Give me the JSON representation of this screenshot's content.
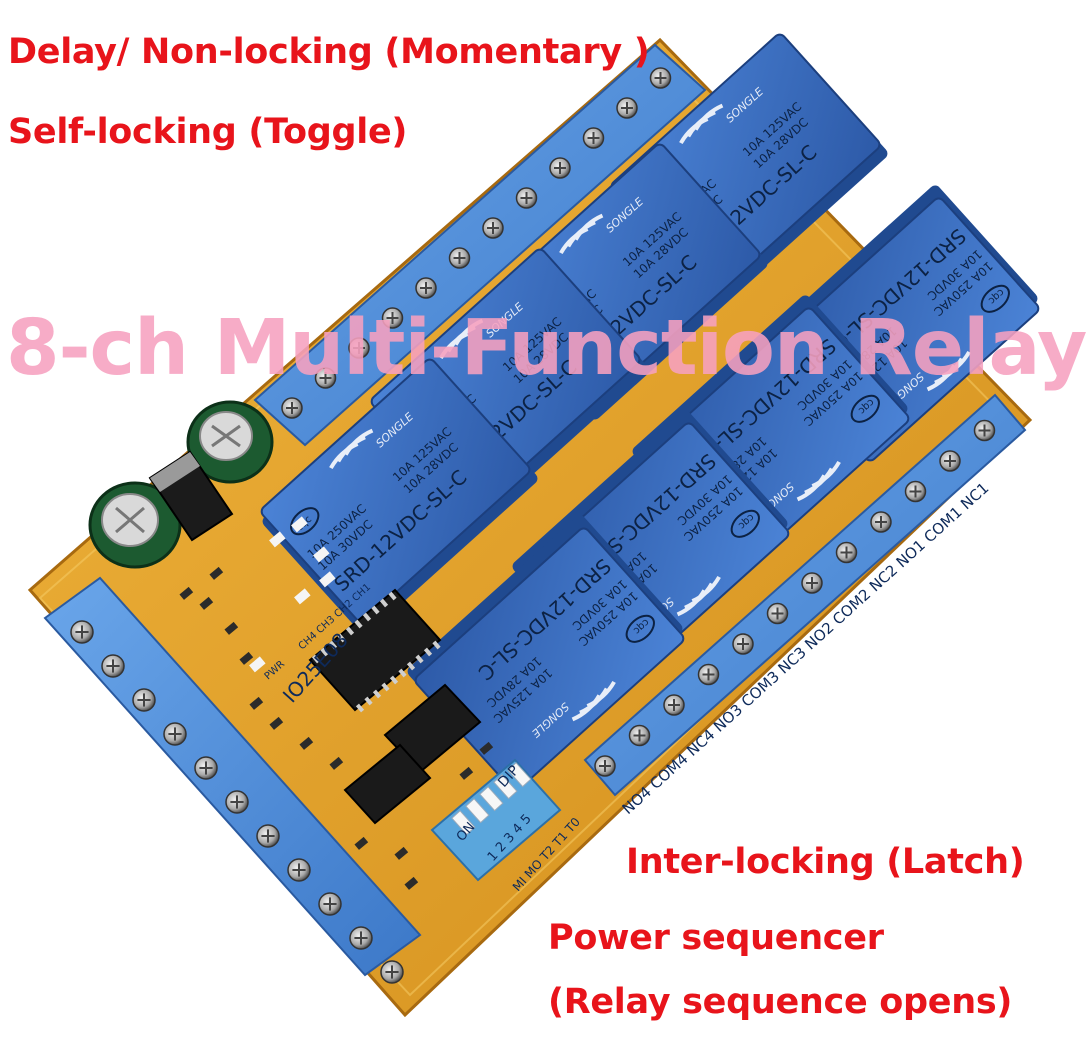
{
  "headline": "8-ch Multi-Function Relay",
  "modes": {
    "delay": "Delay/ Non-locking (Momentary )",
    "self_locking": "Self-locking (Toggle)",
    "inter_locking": "Inter-locking (Latch)",
    "power_sequencer": "Power sequencer",
    "sequence_note": "(Relay sequence opens)"
  },
  "relay_marking": {
    "brand": "SONGLE",
    "model": "SRD-12VDC-SL-C",
    "rating_ac": "10A 250VAC",
    "rating_dc": "10A 30VDC",
    "rating_ac2": "10A 125VAC",
    "rating_dc2": "10A 28VDC",
    "cert": "cqc"
  },
  "dip_switch": {
    "label": "DIP",
    "on_label": "ON",
    "positions": "1 2 3 4 5",
    "functions": "MI MO T2 T1 T0"
  },
  "board_code": "IO25E08",
  "terminal_labels": "NO4 COM4 NC4 NO3 COM3 NC3 NO2 COM2 NC2 NO1 COM1 NC1",
  "channel_labels": "CH4 CH3 CH2 CH1",
  "pwr_label": "PWR",
  "colors": {
    "pcb": "#e2a02a",
    "terminal": "#4f8fd8",
    "relay": "#3b6fc4",
    "label_text": "#e8141b",
    "headline_text": "#f7a1c0"
  }
}
